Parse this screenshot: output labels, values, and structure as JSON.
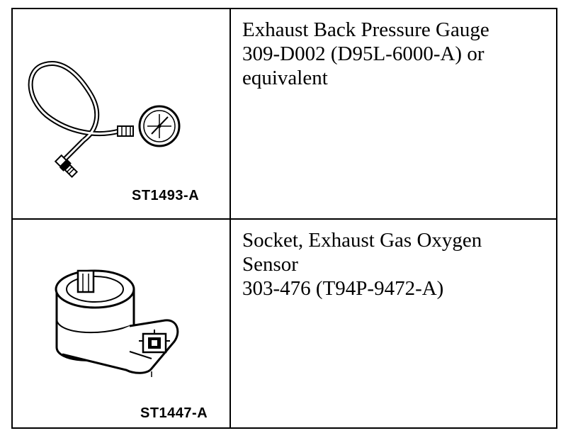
{
  "tools": [
    {
      "lines": [
        "Exhaust Back Pressure Gauge",
        "309-D002 (D95L-6000-A) or",
        "equivalent"
      ],
      "image_code": "ST1493-A",
      "icon": "pressure-gauge-icon"
    },
    {
      "lines": [
        "Socket, Exhaust Gas Oxygen",
        "Sensor",
        "303-476 (T94P-9472-A)"
      ],
      "image_code": "ST1447-A",
      "icon": "oxygen-sensor-socket-icon"
    }
  ]
}
